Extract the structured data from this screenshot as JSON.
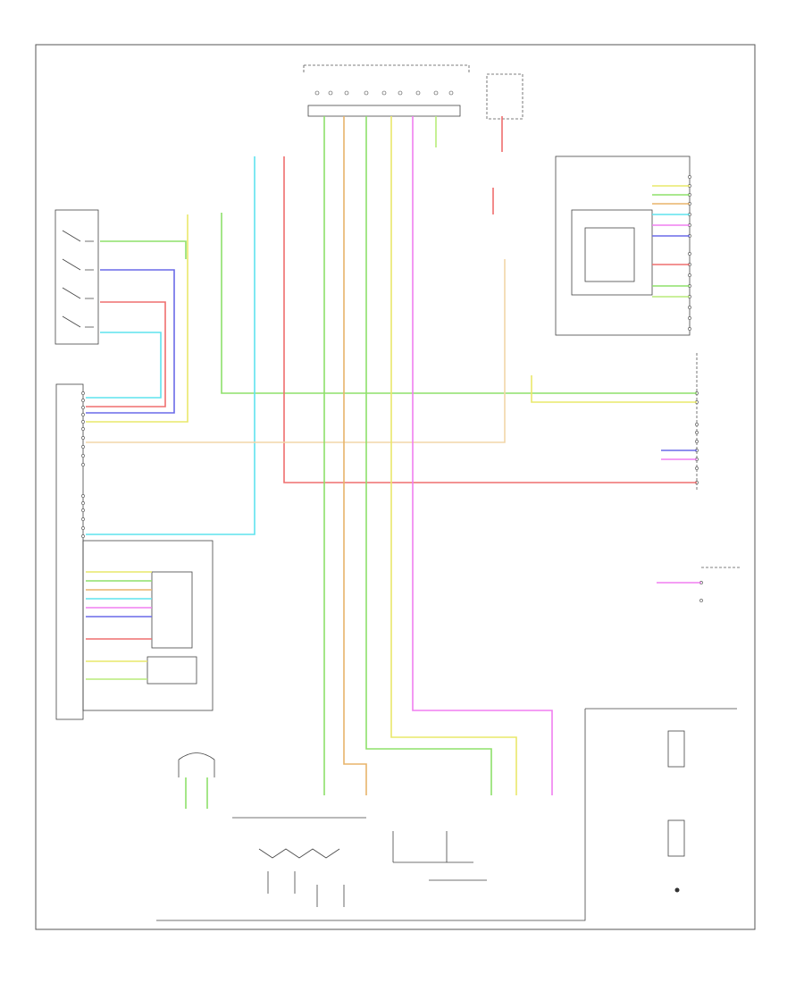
{
  "diagram": {
    "title": "",
    "footer_code": "",
    "colors": {
      "green": "#8ee06a",
      "yellow": "#e9e86a",
      "cyan": "#5fe3ee",
      "red": "#ef6e6e",
      "blue": "#6a6ae8",
      "pink": "#f07ef0",
      "orange": "#e8b46a",
      "lime": "#b8ec7a",
      "light_red": "#f49a9a",
      "black": "#333333"
    },
    "components": [
      {
        "id": "mirror-switch",
        "label": ""
      },
      {
        "id": "left-mirror-assembly",
        "label": ""
      },
      {
        "id": "right-mirror-assembly",
        "label": ""
      },
      {
        "id": "left-control-unit",
        "label": ""
      },
      {
        "id": "right-control-unit",
        "label": ""
      },
      {
        "id": "combination-switch",
        "label": ""
      },
      {
        "id": "mirror-switch-assembly",
        "label": ""
      }
    ]
  }
}
